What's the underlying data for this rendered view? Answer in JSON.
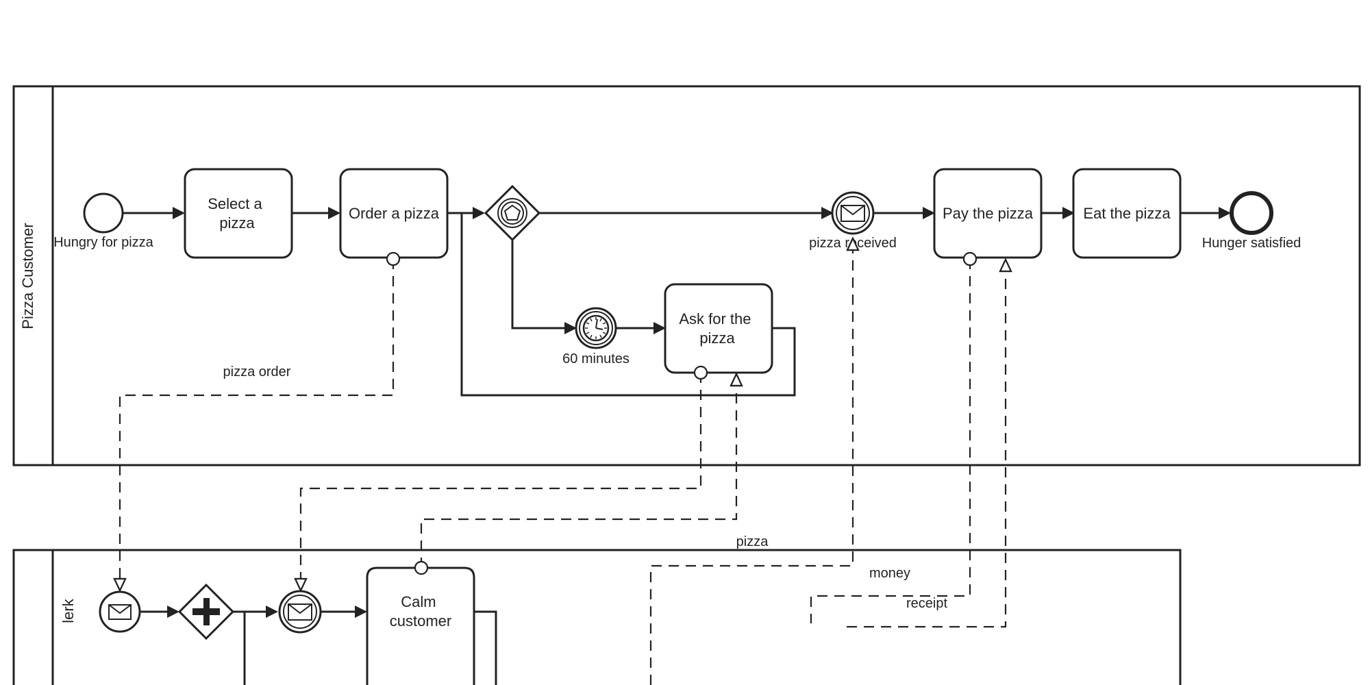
{
  "pools": {
    "customer": "Pizza Customer",
    "clerk": "lerk"
  },
  "events": {
    "start": "Hungry for pizza",
    "timer": "60 minutes",
    "received": "pizza received",
    "end": "Hunger satisfied"
  },
  "tasks": {
    "select": [
      "Select a",
      "pizza"
    ],
    "order": "Order a pizza",
    "ask": [
      "Ask for the",
      "pizza"
    ],
    "pay": "Pay the pizza",
    "eat": "Eat the pizza",
    "calm": [
      "Calm",
      "customer"
    ]
  },
  "messages": {
    "order": "pizza order",
    "pizza": "pizza",
    "money": "money",
    "receipt": "receipt"
  },
  "icons": {
    "event_gateway": "pentagon-icon",
    "timer": "clock-icon",
    "message": "envelope-icon",
    "parallel": "plus-icon"
  }
}
